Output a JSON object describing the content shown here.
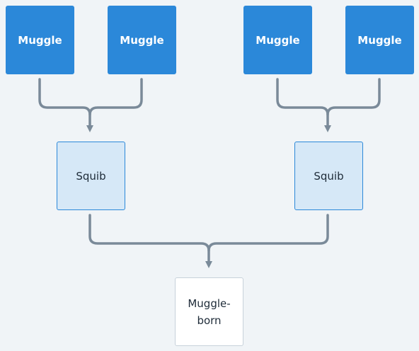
{
  "diagram": {
    "grandparents": [
      {
        "label": "Muggle"
      },
      {
        "label": "Muggle"
      },
      {
        "label": "Muggle"
      },
      {
        "label": "Muggle"
      }
    ],
    "parents": [
      {
        "label": "Squib"
      },
      {
        "label": "Squib"
      }
    ],
    "child": {
      "label": "Muggle-\nborn"
    },
    "colors": {
      "muggle_fill": "#2b88d9",
      "squib_fill": "#d6e8f7",
      "squib_border": "#2b88d9",
      "child_border": "#c7d1da",
      "connector": "#7a8a99",
      "background": "#f0f4f7"
    }
  }
}
